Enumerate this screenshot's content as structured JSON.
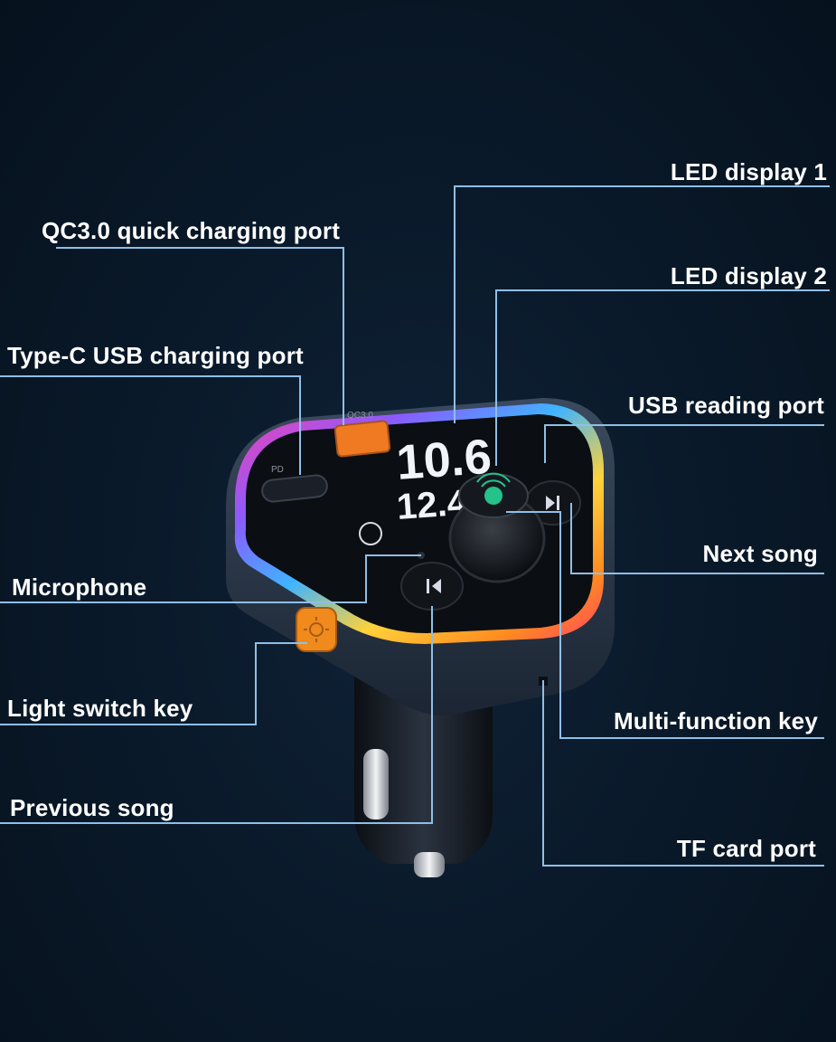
{
  "labels": {
    "led_display_1": "LED display 1",
    "qc_port": "QC3.0 quick charging port",
    "led_display_2": "LED display 2",
    "type_c_port": "Type-C USB charging port",
    "usb_reading_port": "USB reading port",
    "next_song": "Next song",
    "microphone": "Microphone",
    "light_switch_key": "Light switch key",
    "multi_function_key": "Multi-function key",
    "previous_song": "Previous song",
    "tf_card_port": "TF card port"
  },
  "device": {
    "port_pd_text": "PD",
    "port_qc_text": "QC3.0",
    "display_top": "10.6",
    "display_bottom": "12.4"
  },
  "colors": {
    "leader_line": "#8fbfe6",
    "accent_orange": "#f08a1d",
    "background": "#0a1a2b"
  }
}
